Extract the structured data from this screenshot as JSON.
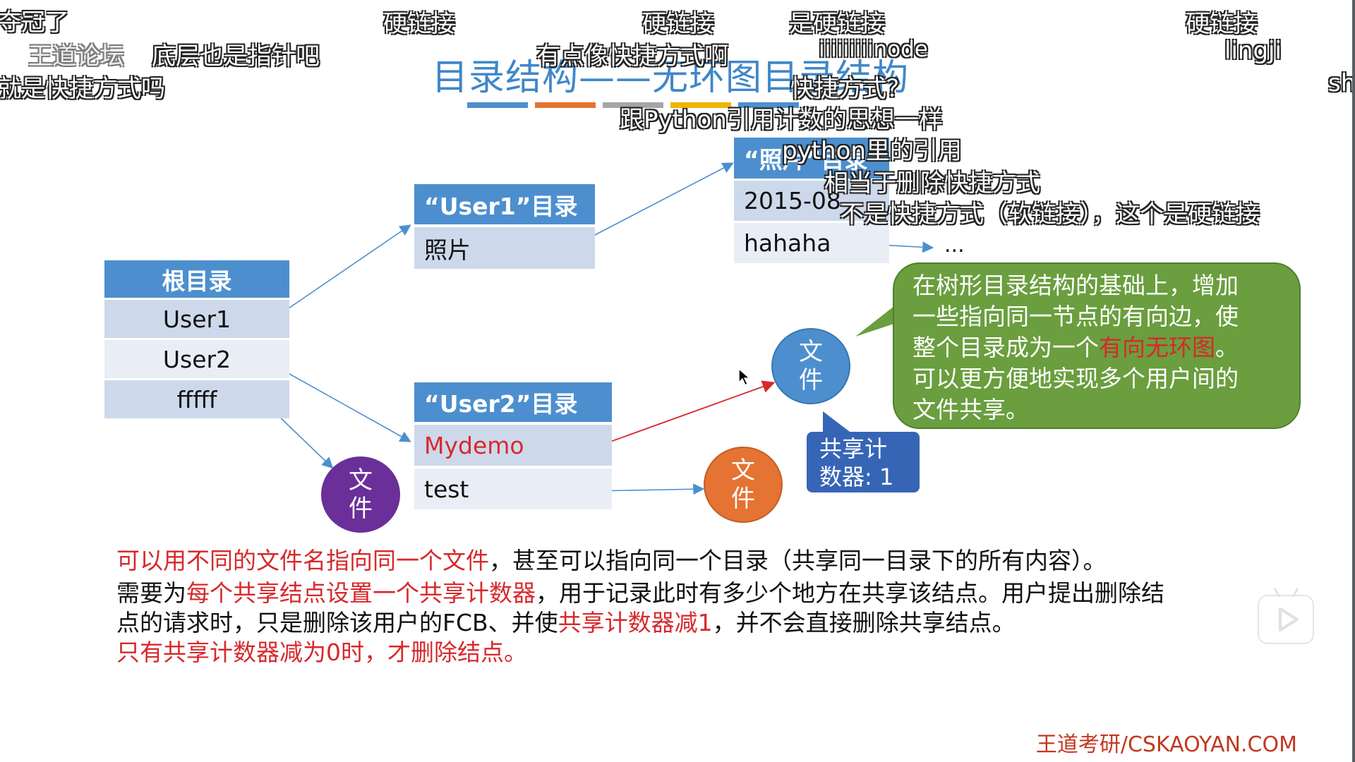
{
  "slide": {
    "title": "目录结构——无环图目录结构",
    "underline_colors": [
      "#4d8fce",
      "#e57333",
      "#a6a6a6",
      "#f0b400",
      "#4d8fce"
    ]
  },
  "nodes": {
    "root": {
      "header": "根目录",
      "rows": [
        "User1",
        "User2",
        "fffff"
      ]
    },
    "user1": {
      "header": "“User1”目录",
      "rows": [
        "照片"
      ]
    },
    "photos": {
      "header": "“照片”目录",
      "rows": [
        "2015-08",
        "hahaha"
      ],
      "ellipsis": "..."
    },
    "user2": {
      "header": "“User2”目录",
      "rows": [
        "Mydemo",
        "test"
      ]
    }
  },
  "file_circles": {
    "purple": {
      "label": "文件",
      "color": "#6a2f98"
    },
    "blue": {
      "label": "文件",
      "color": "#4d8fce"
    },
    "orange": {
      "label": "文件",
      "color": "#e57333"
    }
  },
  "callouts": {
    "green": {
      "line1": "在树形目录结构的基础上，增加",
      "line2": "一些指向同一节点的有向边，使",
      "line3_pre": "整个目录成为一个",
      "line3_red": "有向无环图",
      "line3_post": "。",
      "line4": "可以更方便地实现多个用户间的",
      "line5": "文件共享。"
    },
    "counter": {
      "line1": "共享计",
      "line2": "数器: 1"
    }
  },
  "paragraphs": {
    "p1_red": "可以用不同的文件名指向同一个文件",
    "p1_black": "，甚至可以指向同一个目录（共享同一目录下的所有内容）。",
    "p2_a": "需要为",
    "p2_red": "每个共享结点设置一个共享计数器",
    "p2_b": "，用于记录此时有多少个地方在共享该结点。用户提出删除结",
    "p3_a": "点的请求时，只是删除该用户的FCB、并使",
    "p3_red": "共享计数器减1",
    "p3_b": "，并不会直接删除共享结点。",
    "p4_red": "只有共享计数器减为0时，才删除结点。"
  },
  "footer": "王道考研/CSKAOYAN.COM",
  "danmaku": [
    "夺冠了",
    "王道论坛",
    "底层也是指针吧",
    "就是快捷方式吗",
    "硬链接",
    "硬链接",
    "有点像快捷方式啊",
    "是硬链接",
    "iiiiiiiiinode",
    "快捷方式？",
    "硬链接",
    "lingji",
    "sh",
    "跟Python引用计数的思想一样",
    "python里的引用",
    "相当于删除快捷方式",
    "不是快捷方式（软链接），这个是硬链接"
  ]
}
